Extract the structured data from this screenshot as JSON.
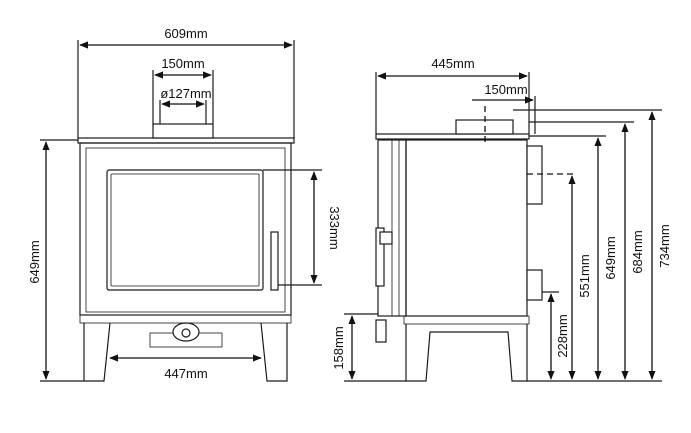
{
  "front_view": {
    "width_label": "609mm",
    "flue_outer_label": "150mm",
    "flue_inner_label": "ø127mm",
    "height_label": "649mm",
    "glass_height_label": "333mm",
    "base_width_label": "447mm"
  },
  "side_view": {
    "depth_label": "445mm",
    "flue_label": "150mm",
    "height_158_label": "158mm",
    "height_228_label": "228mm",
    "height_551_label": "551mm",
    "height_649_label": "649mm",
    "height_684_label": "684mm",
    "height_734_label": "734mm"
  }
}
